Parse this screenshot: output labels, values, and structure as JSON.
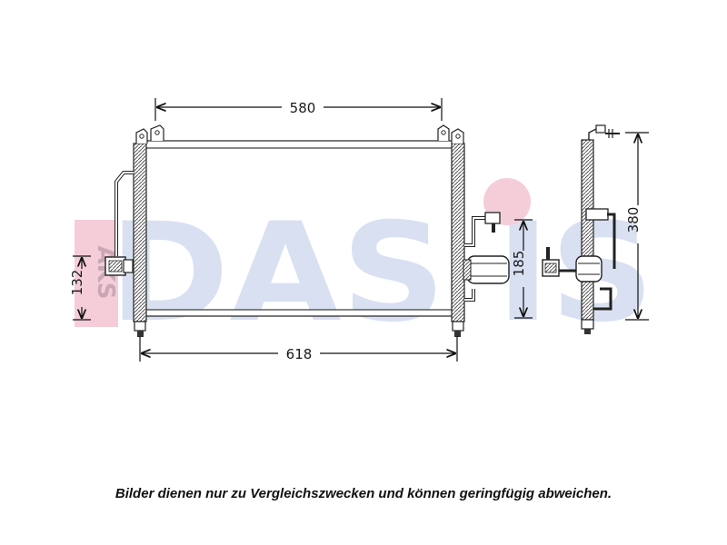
{
  "watermark": {
    "text": "DAS IS",
    "side_text": "AKS",
    "colors": {
      "blue": "#d9e0f2",
      "red": "#f4cdd8"
    }
  },
  "dimensions": {
    "top_width": "580",
    "bottom_width": "618",
    "left_height": "132",
    "right_height": "185",
    "side_height": "380"
  },
  "caption": "Bilder dienen nur zu Vergleichszwecken und können geringfügig abweichen."
}
